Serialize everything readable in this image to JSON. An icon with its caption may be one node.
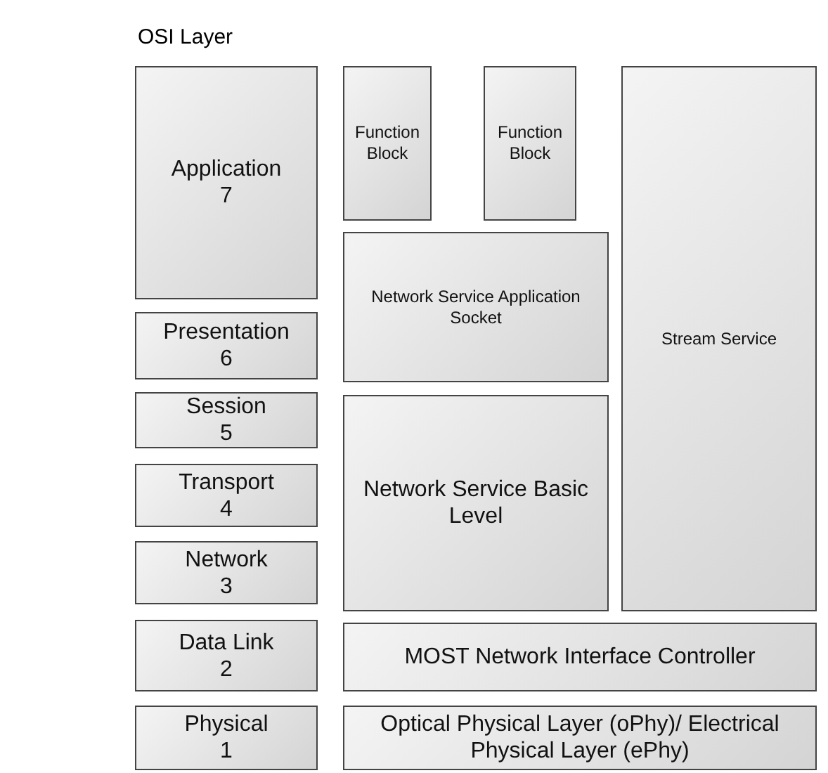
{
  "diagram": {
    "nodes": [
      {
        "text": [
          "Application",
          "7"
        ]
      },
      {
        "text": [
          "Presentation",
          "6"
        ]
      },
      {
        "text": [
          "Session",
          "5"
        ]
      },
      {
        "text": [
          "Transport",
          "4"
        ]
      },
      {
        "text": [
          "Network",
          "3"
        ]
      },
      {
        "text": [
          "Data Link",
          "2"
        ]
      },
      {
        "text": [
          "Physical",
          "1"
        ]
      },
      {
        "text": [
          "Function Block"
        ]
      },
      {
        "text": [
          "Function Block"
        ]
      },
      {
        "text": [
          "Stream Service"
        ]
      },
      {
        "text": [
          "Network Service Application Socket"
        ]
      },
      {
        "text": [
          "Network Service Basic Level"
        ]
      },
      {
        "text": [
          "MOST Network Interface  Controller"
        ]
      },
      {
        "text": [
          "Optical Physical Layer (oPhy)/ Electrical Physical Layer (ePhy)"
        ]
      }
    ],
    "labels": [
      "OSI Layer"
    ]
  }
}
